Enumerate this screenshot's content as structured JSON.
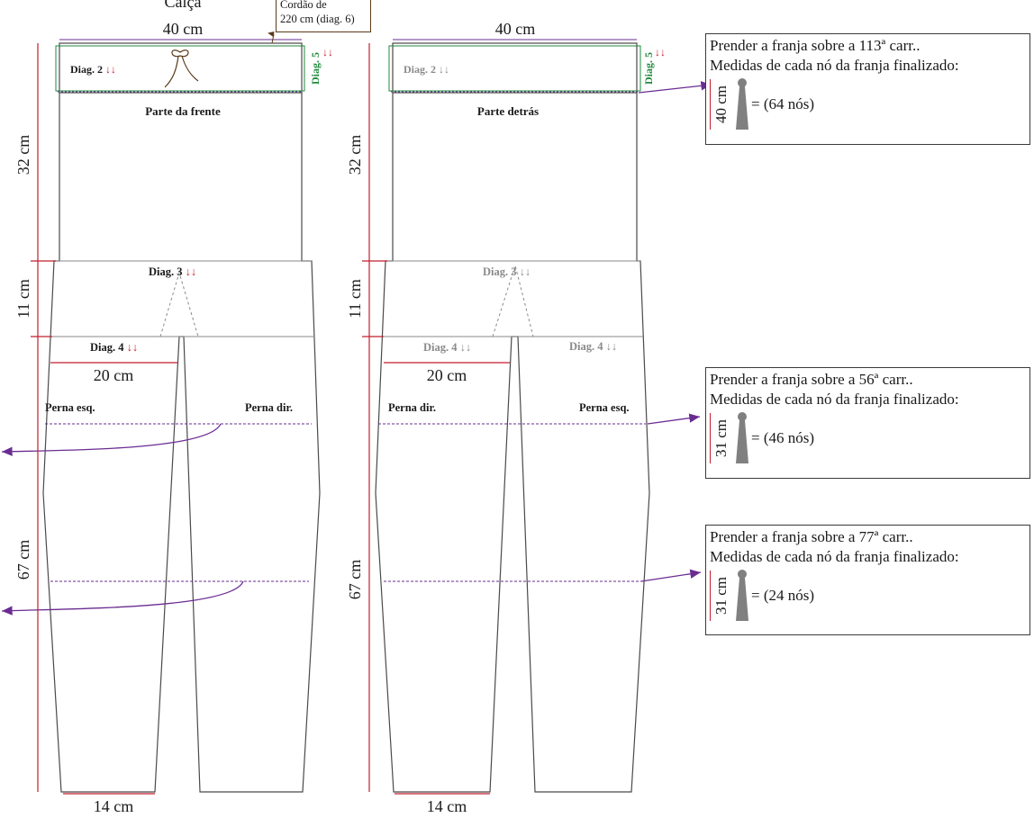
{
  "title": "Calça",
  "cord_note": {
    "line1": "Cordão de",
    "line2": "220 cm (diag. 6)"
  },
  "front": {
    "width": "40 cm",
    "diag2": "Diag. 2",
    "diag5": "Diag. 5",
    "part": "Parte da frente",
    "diag3": "Diag. 3",
    "diag4": "Diag. 4",
    "crotch_width": "20 cm",
    "left_leg": "Perna esq.",
    "right_leg": "Perna dir.",
    "h1": "32 cm",
    "h2": "11 cm",
    "h3": "67 cm",
    "hem": "14 cm"
  },
  "back": {
    "width": "40 cm",
    "diag2": "Diag. 2",
    "diag5": "Diag. 5",
    "part": "Parte detrás",
    "diag3": "Diag. 3",
    "diag4_left": "Diag. 4",
    "diag4_right": "Diag. 4",
    "crotch_width": "20 cm",
    "left_leg": "Perna dir.",
    "right_leg": "Perna esq.",
    "h1": "32 cm",
    "h2": "11 cm",
    "h3": "67 cm",
    "hem": "14 cm"
  },
  "arrows_symbol": "↓↓",
  "fringe_boxes": [
    {
      "line1": "Prender  a franja sobre a 113ª carr..",
      "line2": "Medidas de cada nó  da franja finalizado:",
      "length": "40 cm",
      "knots": "= (64 nós)"
    },
    {
      "line1": "Prender  a franja sobre a 56ª carr..",
      "line2": "Medidas de cada nó  da franja finalizado:",
      "length": "31 cm",
      "knots": "= (46 nós)"
    },
    {
      "line1": "Prender  a franja sobre a 77ª carr..",
      "line2": "Medidas de cada nó  da franja finalizado:",
      "length": "31 cm",
      "knots": "= (24 nós)"
    }
  ],
  "colors": {
    "outline": "#4a4a4a",
    "red": "#c21e2e",
    "green": "#1f8a3c",
    "purple": "#6a2c91",
    "grey": "#8a8a8a",
    "brown": "#5a3b1a"
  }
}
